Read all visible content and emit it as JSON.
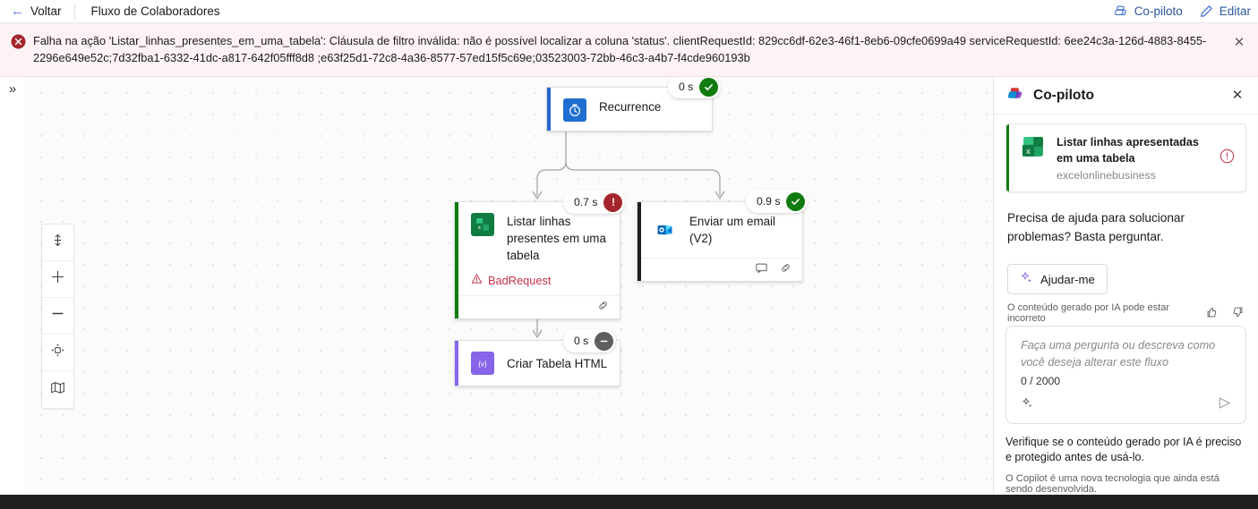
{
  "topbar": {
    "back_label": "Voltar",
    "flow_title": "Fluxo de Colaboradores",
    "copilot_label": "Co-piloto",
    "edit_label": "Editar",
    "back_icon": "arrow-left-icon",
    "copilot_icon": "copilot-icon",
    "edit_icon": "pencil-icon"
  },
  "error_banner": {
    "icon": "error-circle-icon",
    "message": "Falha na ação 'Listar_linhas_presentes_em_uma_tabela': Cláusula de filtro inválida: não é possível localizar a coluna 'status'. clientRequestId: 829cc6df-62e3-46f1-8eb6-09cfe0699a49 serviceRequestId: 6ee24c3a-126d-4883-8455-2296e649e52c;7d32fba1-6332-41dc-a817-642f05fff8d8 ;e63f25d1-72c8-4a36-8577-57ed15f5c69e;03523003-72bb-46c3-a4b7-f4cde960193b",
    "close_icon": "close-icon",
    "accent": "#a4262c",
    "background": "#fdf3f4"
  },
  "canvas": {
    "expand_icon": "chevron-double-right-icon",
    "tools": [
      {
        "name": "fit-to-screen-button",
        "icon": "fit-height-icon"
      },
      {
        "name": "zoom-in-button",
        "icon": "plus-icon"
      },
      {
        "name": "zoom-out-button",
        "icon": "minus-icon"
      },
      {
        "name": "reset-view-button",
        "icon": "recenter-icon"
      },
      {
        "name": "minimap-button",
        "icon": "map-icon"
      }
    ],
    "nodes": [
      {
        "id": "recurrence",
        "label": "Recurrence",
        "icon": "clock-icon",
        "icon_bg": "#1f6fd0",
        "accent": "#2266cc",
        "duration": "0 s",
        "status": "ok",
        "status_icon": "check-icon"
      },
      {
        "id": "listar-linhas",
        "label": "Listar linhas presentes em uma tabela",
        "icon": "excel-icon",
        "icon_bg": "#107c41",
        "accent": "#107c10",
        "duration": "0.7 s",
        "status": "fail",
        "status_icon": "exclamation-icon",
        "error_label": "BadRequest",
        "error_icon": "warning-triangle-icon",
        "footer_icons": [
          "comment-link-icon"
        ]
      },
      {
        "id": "enviar-email",
        "label": "Enviar um email (V2)",
        "icon": "outlook-icon",
        "icon_bg": "#ffffff",
        "accent": "#201f1e",
        "duration": "0.9 s",
        "status": "ok",
        "status_icon": "check-icon",
        "footer_icons": [
          "comment-icon",
          "link-icon"
        ]
      },
      {
        "id": "criar-tabela-html",
        "label": "Criar Tabela HTML",
        "icon": "expression-icon",
        "icon_bg": "#8764e8",
        "accent": "#8764e8",
        "duration": "0 s",
        "status": "skip",
        "status_icon": "minus-icon"
      }
    ]
  },
  "copilot": {
    "title": "Co-piloto",
    "logo_icon": "copilot-icon",
    "close_icon": "close-icon",
    "card": {
      "title": "Listar linhas apresentadas em uma tabela",
      "subtitle": "excelonlinebusiness",
      "icon": "excel-icon",
      "warning_icon": "warning-circle-icon",
      "accent": "#107c10"
    },
    "prompt": "Precisa de ajuda para solucionar problemas? Basta perguntar.",
    "help_button": {
      "label": "Ajudar-me",
      "icon": "sparkle-icon"
    },
    "disclaimer": "O conteúdo gerado por IA pode estar incorreto",
    "thumbs_up_icon": "thumbs-up-icon",
    "thumbs_down_icon": "thumbs-down-icon",
    "input": {
      "placeholder": "Faça uma pergunta ou descreva como você deseja alterar este fluxo",
      "value": "",
      "counter": "0 / 2000",
      "sparkle_icon": "sparkle-icon",
      "send_icon": "send-icon"
    },
    "footer_main": "Verifique se o conteúdo gerado por IA é preciso e protegido antes de usá-lo.",
    "footer_sub": "O Copilot é uma nova tecnologia que ainda está sendo desenvolvida."
  }
}
